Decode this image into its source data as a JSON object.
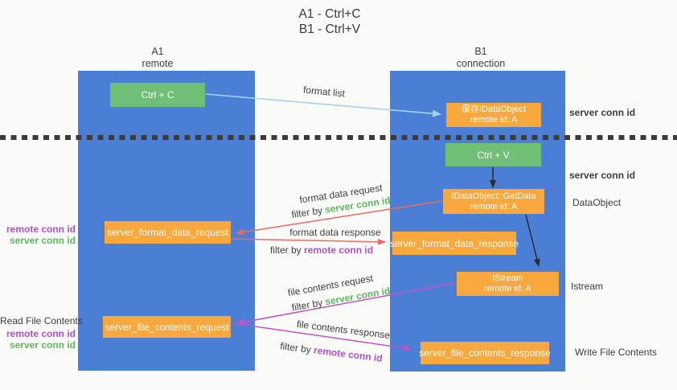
{
  "title": {
    "line1": "A1 - Ctrl+C",
    "line2": "B1 - Ctrl+V"
  },
  "lifelines": {
    "left": {
      "name": "A1",
      "role": "remote"
    },
    "right": {
      "name": "B1",
      "role": "connection"
    }
  },
  "boxes": {
    "ctrl_c": {
      "label": "Ctrl + C"
    },
    "ctrl_v": {
      "label": "Ctrl + V"
    },
    "save_idataobject": {
      "line1": "保存IDataObject",
      "line2": "remote id: A"
    },
    "getdata": {
      "line1": "IDataObject::GetData",
      "line2": "remote id: A"
    },
    "istream": {
      "line1": "IStream",
      "line2": "remote id: A"
    },
    "server_format_data_request": {
      "label": "server_format_data_request"
    },
    "server_format_data_response": {
      "label": "server_format_data_response"
    },
    "server_file_contents_request": {
      "label": "server_file_contents_request"
    },
    "server_file_contents_response": {
      "label": "server_file_contents_response"
    }
  },
  "labels": {
    "format_list": "format list",
    "format_data_request": "format data request",
    "format_data_response": "format data response",
    "file_contents_request": "file contents request",
    "file_contents_response": "file contents response",
    "filter_by": "filter by",
    "server_conn_id": "server conn id",
    "remote_conn_id": "remote conn id",
    "dataobject": "DataObject",
    "istream": "Istream",
    "read_file_contents": "Read File Contents",
    "write_file_contents": "Write File Contents"
  },
  "colors": {
    "background": "#fafaf9",
    "lifeline_blue": "#4a7fd5",
    "box_green": "#71bf76",
    "box_orange": "#f9a83e",
    "arrow_light_blue": "#a6d3f0",
    "arrow_red": "#ed6a5e",
    "arrow_magenta": "#c353c5",
    "arrow_black": "#2b2b2b",
    "text_green": "#5cb860",
    "text_purple": "#b050c8",
    "text_dark": "#3c3c3c"
  }
}
